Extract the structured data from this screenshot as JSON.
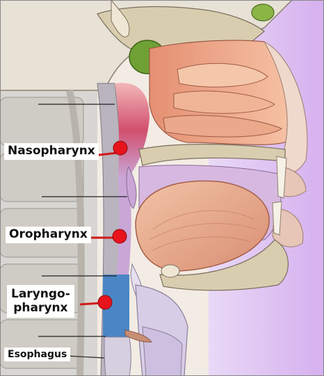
{
  "labels": {
    "nasopharynx": "Nasopharynx",
    "oropharynx": "Oropharynx",
    "laryngopharynx_line1": "Laryngo-",
    "laryngopharynx_line2": "pharynx",
    "esophagus": "Esophagus"
  },
  "colors": {
    "nasopharynx_region": "#c94d6a",
    "oropharynx_region": "#c9a6d6",
    "laryngopharynx_region": "#4a86c5",
    "marker_dot": "#e8141c",
    "pointer_line": "#d01818",
    "background_right": "#d8b6f0",
    "bone": "#d9cdb0",
    "sinus": "#6ea035",
    "nasal_tissue": "#e89a7a",
    "tongue": "#e5a48a"
  }
}
